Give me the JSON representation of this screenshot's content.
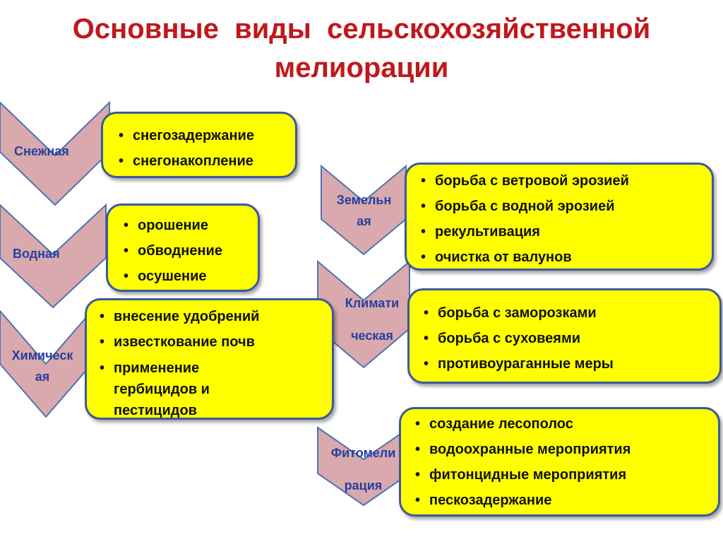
{
  "title": {
    "line1": "Основные  виды  сельскохозяйственной",
    "line2": "мелиорации"
  },
  "colors": {
    "title": "#c0181c",
    "chevron_fill": "#d9a9ad",
    "chevron_stroke": "#4f73ad",
    "box_fill": "#ffff00",
    "box_border": "#3a5a9a",
    "label": "#2640a0"
  },
  "categories": [
    {
      "label": "Снежная",
      "items": [
        "снегозадержание",
        "снегонакопление"
      ]
    },
    {
      "label": "Водная",
      "items": [
        "орошение",
        "обводнение",
        "осушение"
      ]
    },
    {
      "label_line1": "Химическ",
      "label_line2": "ая",
      "items": [
        "внесение удобрений",
        "известкование почв",
        "применение гербицидов и пестицидов"
      ]
    },
    {
      "label_line1": "Земельн",
      "label_line2": "ая",
      "items": [
        "борьба с ветровой эрозией",
        "борьба с водной эрозией",
        "рекультивация",
        "очистка от валунов"
      ]
    },
    {
      "label_line1": "Климати",
      "label_line2": "ческая",
      "items": [
        "борьба с заморозками",
        "борьба с суховеями",
        "противоураганные меры"
      ]
    },
    {
      "label_line1": "Фитомели",
      "label_line2": "рация",
      "items": [
        "создание лесополос",
        "водоохранные мероприятия",
        "фитонцидные мероприятия",
        "пескозадержание"
      ]
    }
  ]
}
